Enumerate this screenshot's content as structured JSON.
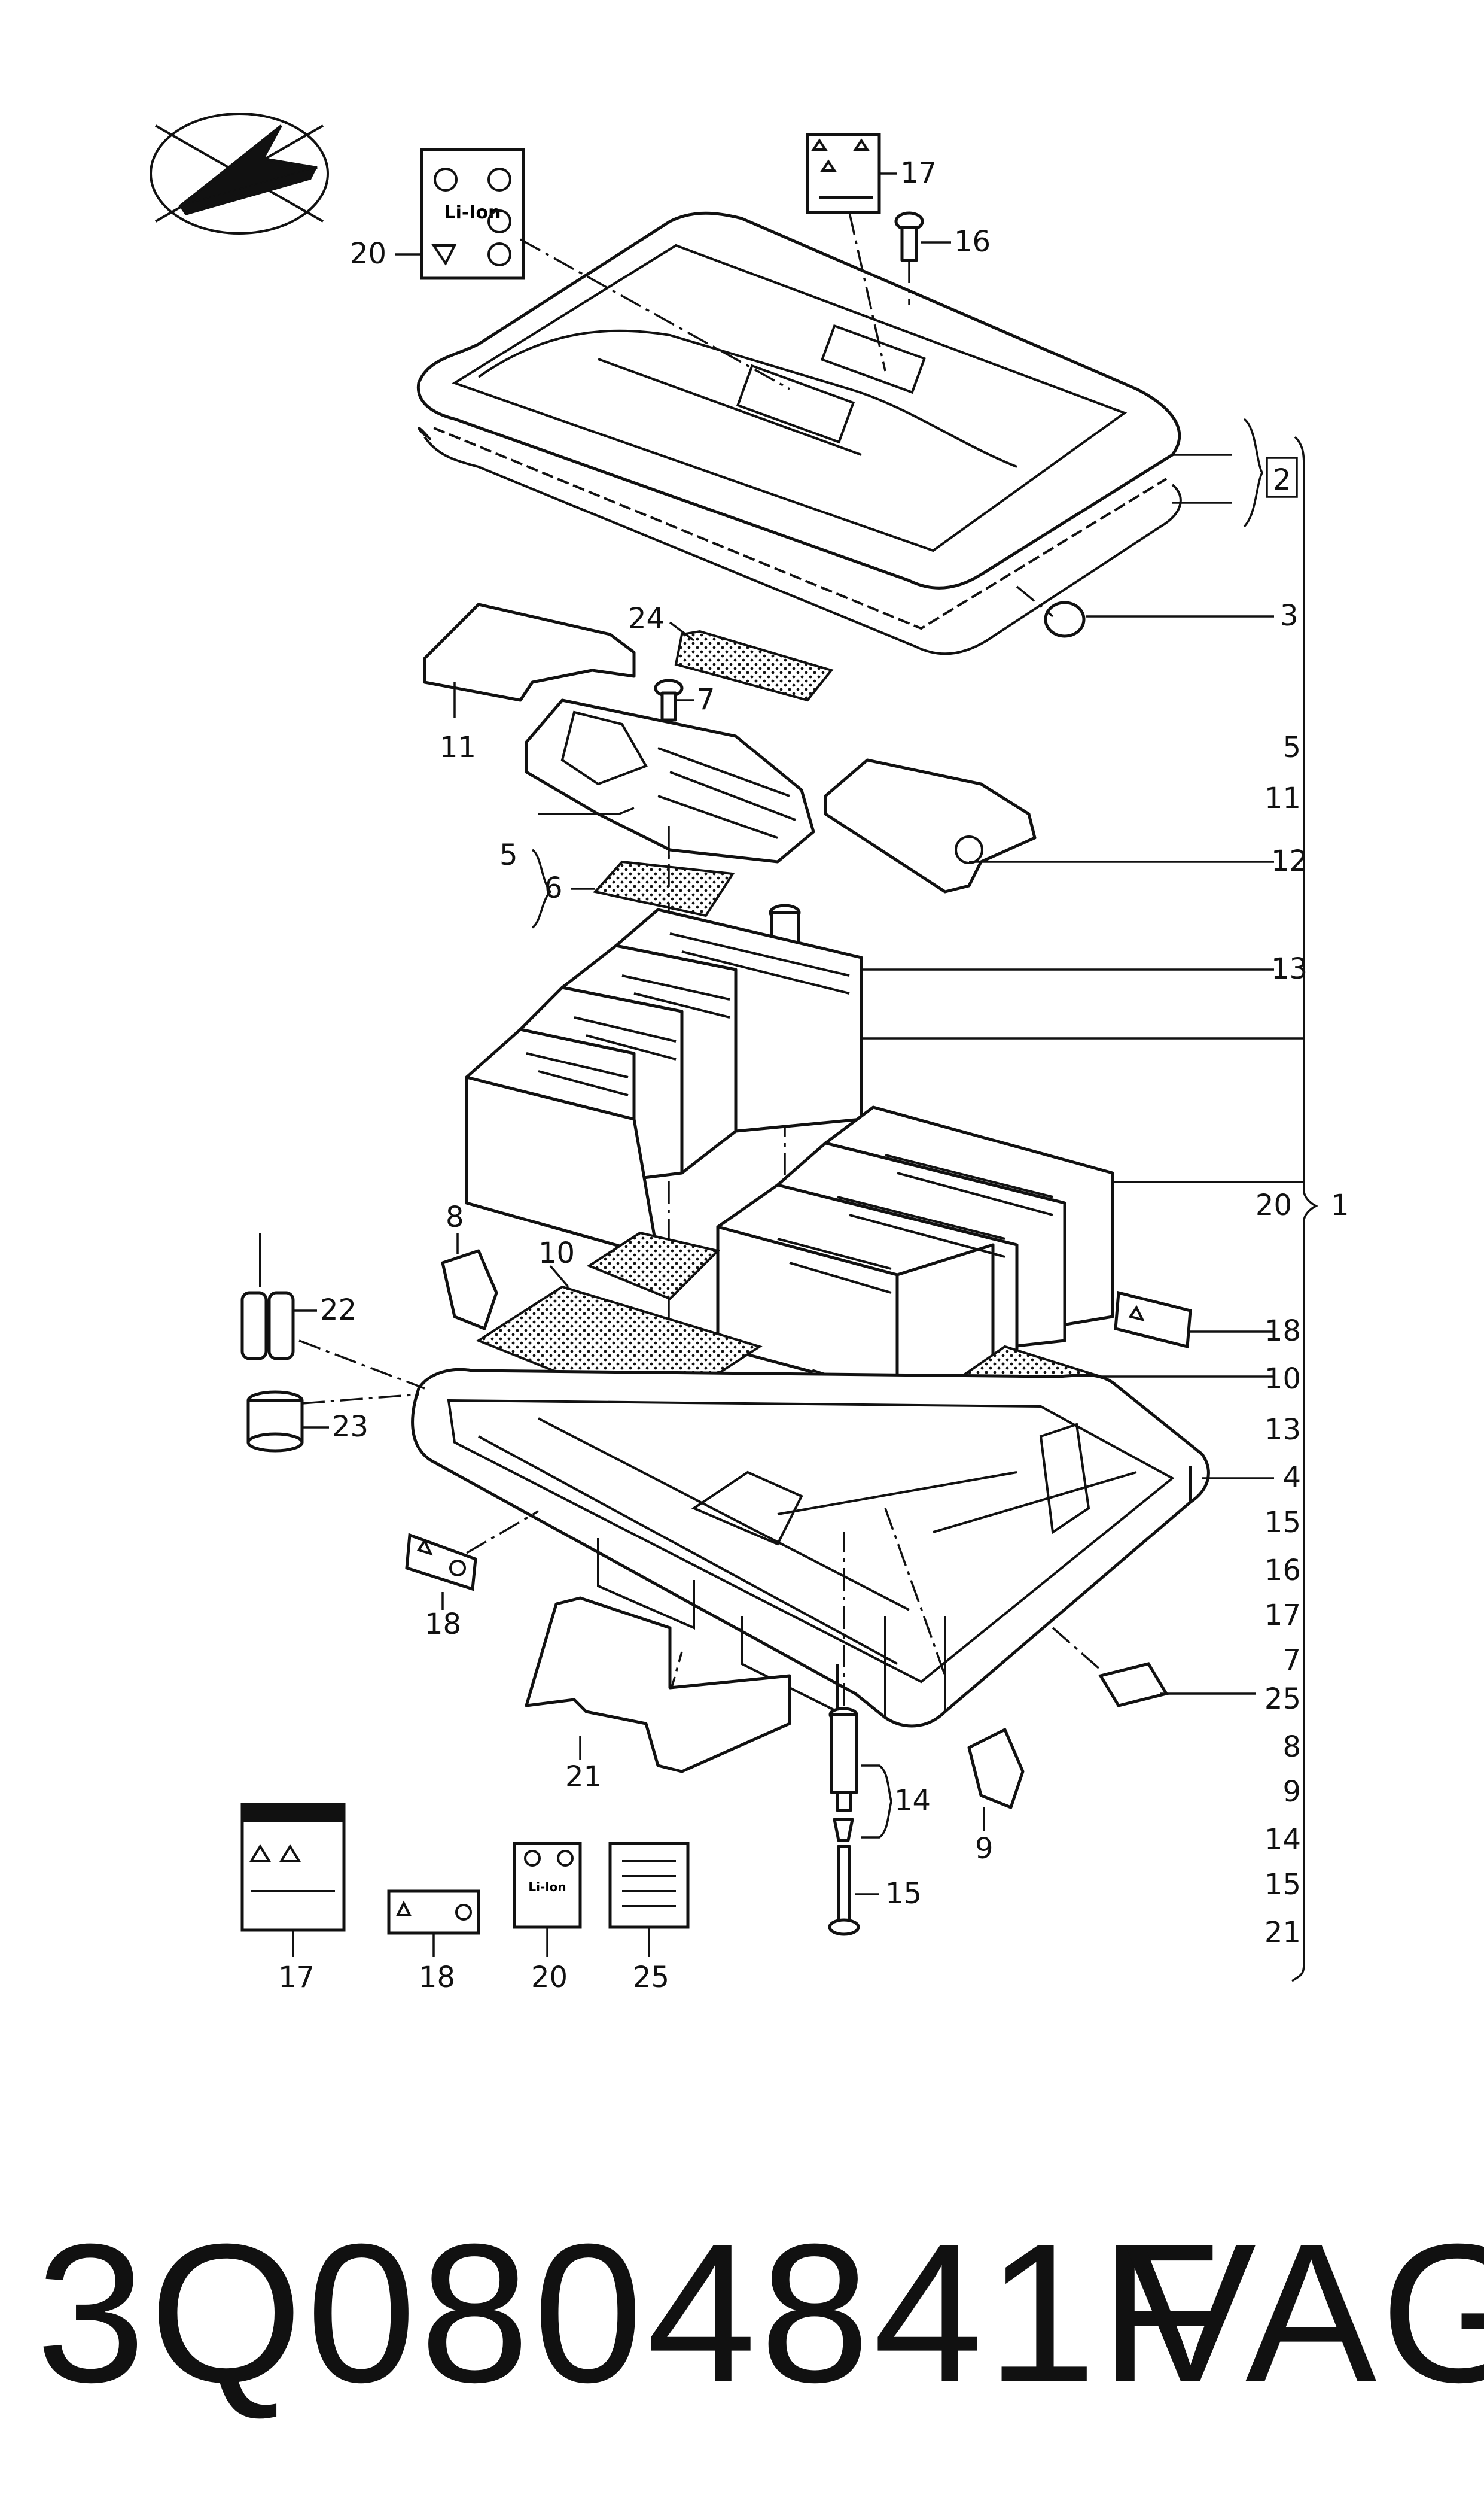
{
  "part_number": "3Q0804841F",
  "manufacturer": "VAG",
  "highlight_color": "#e06060",
  "label_texts": {
    "li_ion": "Li-Ion"
  },
  "callouts": [
    "1",
    "2",
    "3",
    "4",
    "5",
    "6",
    "7",
    "8",
    "9",
    "10",
    "11",
    "12",
    "13",
    "14",
    "15",
    "16",
    "17",
    "18",
    "20",
    "21",
    "22",
    "23",
    "24",
    "25"
  ],
  "index_column": [
    "5",
    "11",
    "12",
    "13",
    "20",
    "18",
    "10",
    "13",
    "4",
    "15",
    "16",
    "17",
    "7",
    "25",
    "8",
    "9",
    "14",
    "15",
    "21"
  ]
}
